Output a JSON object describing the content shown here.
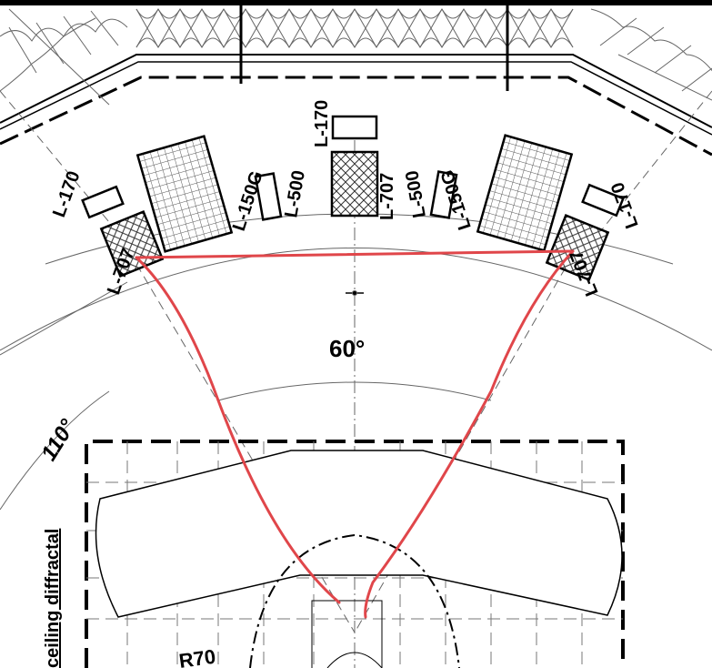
{
  "labels": {
    "left_l170": "L-170",
    "left_l707": "L-707",
    "left_l150g": "L-150G",
    "left_l500": "L-500",
    "center_l170": "L-170",
    "center_l707": "L-707",
    "right_l500": "L-500",
    "right_l150g": "L-150G",
    "right_l170": "L-170",
    "right_l707": "L-707",
    "angle_60": "60°",
    "angle_110": "110°",
    "ceiling": "ceiling diffractal",
    "radius": "R70"
  },
  "colors": {
    "line": "#000000",
    "guide": "#555555",
    "triangle": "#e0464a",
    "hatch": "#333333"
  }
}
